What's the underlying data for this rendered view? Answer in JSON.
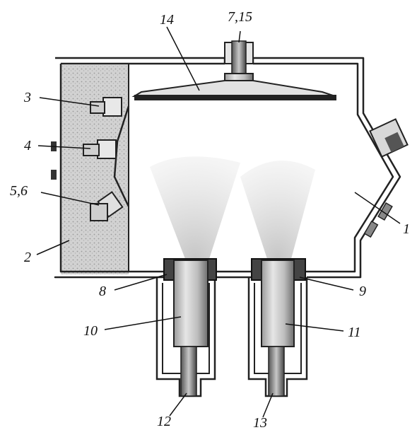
{
  "labels": {
    "chamber": "1",
    "shield": "2",
    "sensor_3": "3",
    "sensor_4": "4",
    "sensor_5_6": "5,6",
    "shaft": "7,15",
    "ring_left": "8",
    "ring_right": "9",
    "source_left": "10",
    "source_right": "11",
    "feed_left": "12",
    "feed_right": "13",
    "substrate_holder": "14"
  }
}
